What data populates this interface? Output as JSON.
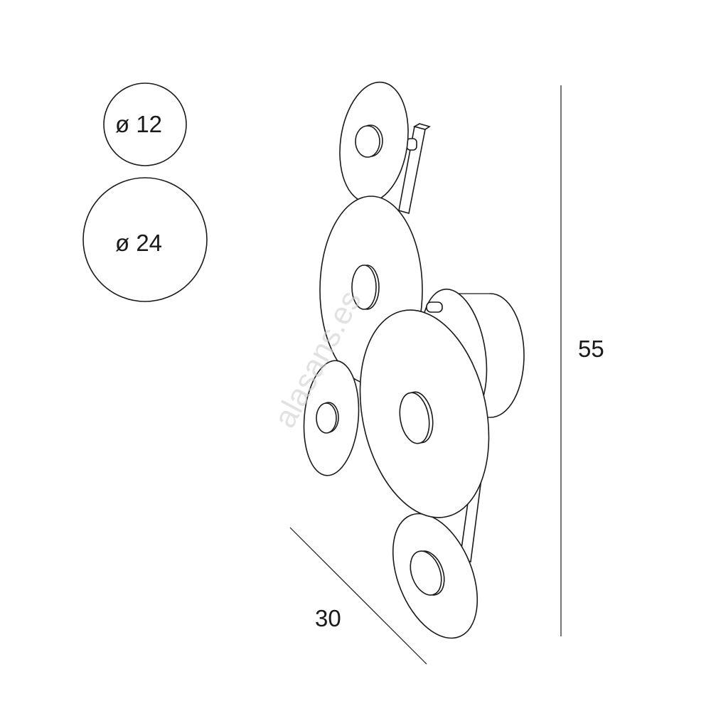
{
  "labels": {
    "small_diameter": "ø 12",
    "large_diameter": "ø 24",
    "height": "55",
    "depth": "30"
  },
  "watermark": "alasans.es",
  "colors": {
    "line": "#1a1a1a",
    "background": "#ffffff"
  }
}
